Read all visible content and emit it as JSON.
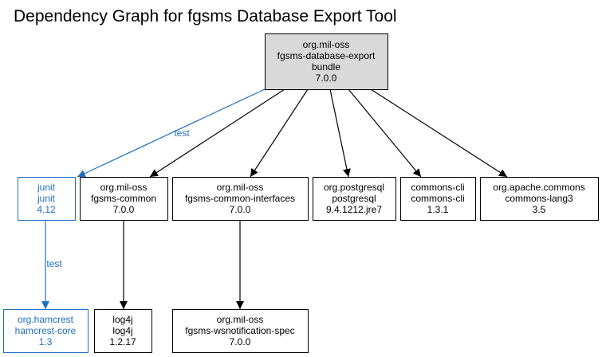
{
  "title": "Dependency Graph for fgsms Database Export Tool",
  "colors": {
    "root_fill": "#d9d9d9",
    "default_stroke": "#000000",
    "default_text": "#000000",
    "test_stroke": "#1f6fc4",
    "test_text": "#1f6fc4",
    "node_fill": "#ffffff"
  },
  "nodes": [
    {
      "id": "root",
      "lines": [
        "org.mil-oss",
        "fgsms-database-export",
        "bundle",
        "7.0.0"
      ],
      "scope": "root"
    },
    {
      "id": "junit",
      "lines": [
        "junit",
        "junit",
        "4.12"
      ],
      "scope": "test"
    },
    {
      "id": "fgsms-common",
      "lines": [
        "org.mil-oss",
        "fgsms-common",
        "7.0.0"
      ],
      "scope": "compile"
    },
    {
      "id": "fgsms-common-interfaces",
      "lines": [
        "org.mil-oss",
        "fgsms-common-interfaces",
        "7.0.0"
      ],
      "scope": "compile"
    },
    {
      "id": "postgresql",
      "lines": [
        "org.postgresql",
        "postgresql",
        "9.4.1212.jre7"
      ],
      "scope": "compile"
    },
    {
      "id": "commons-cli",
      "lines": [
        "commons-cli",
        "commons-cli",
        "1.3.1"
      ],
      "scope": "compile"
    },
    {
      "id": "commons-lang3",
      "lines": [
        "org.apache.commons",
        "commons-lang3",
        "3.5"
      ],
      "scope": "compile"
    },
    {
      "id": "hamcrest-core",
      "lines": [
        "org.hamcrest",
        "hamcrest-core",
        "1.3"
      ],
      "scope": "test"
    },
    {
      "id": "log4j",
      "lines": [
        "log4j",
        "log4j",
        "1.2.17"
      ],
      "scope": "compile"
    },
    {
      "id": "fgsms-wsnotification-spec",
      "lines": [
        "org.mil-oss",
        "fgsms-wsnotification-spec",
        "7.0.0"
      ],
      "scope": "compile"
    }
  ],
  "edges": [
    {
      "from": "root",
      "to": "junit",
      "label": "test"
    },
    {
      "from": "root",
      "to": "fgsms-common",
      "label": ""
    },
    {
      "from": "root",
      "to": "fgsms-common-interfaces",
      "label": ""
    },
    {
      "from": "root",
      "to": "postgresql",
      "label": ""
    },
    {
      "from": "root",
      "to": "commons-cli",
      "label": ""
    },
    {
      "from": "root",
      "to": "commons-lang3",
      "label": ""
    },
    {
      "from": "junit",
      "to": "hamcrest-core",
      "label": "test"
    },
    {
      "from": "fgsms-common",
      "to": "log4j",
      "label": ""
    },
    {
      "from": "fgsms-common-interfaces",
      "to": "fgsms-wsnotification-spec",
      "label": ""
    }
  ]
}
